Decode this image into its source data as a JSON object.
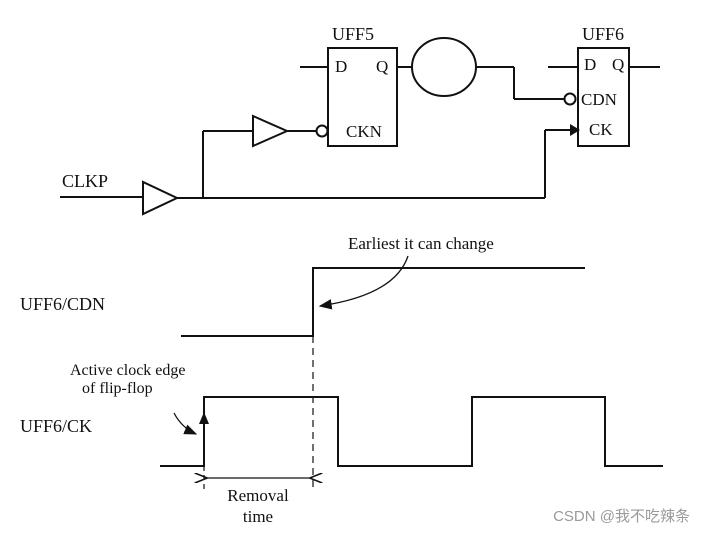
{
  "schematic": {
    "input_clock_label": "CLKP",
    "ff_left": {
      "name": "UFF5",
      "pin_d": "D",
      "pin_q": "Q",
      "pin_clk": "CKN"
    },
    "ff_right": {
      "name": "UFF6",
      "pin_d": "D",
      "pin_q": "Q",
      "pin_reset": "CDN",
      "pin_clk": "CK"
    }
  },
  "timing": {
    "signal_cdn": "UFF6/CDN",
    "signal_ck": "UFF6/CK",
    "annotation_earliest": "Earliest it can change",
    "annotation_active_edge_line1": "Active clock edge",
    "annotation_active_edge_line2": "of flip-flop",
    "removal_line1": "Removal",
    "removal_line2": "time"
  },
  "watermark": "CSDN @我不吃辣条"
}
